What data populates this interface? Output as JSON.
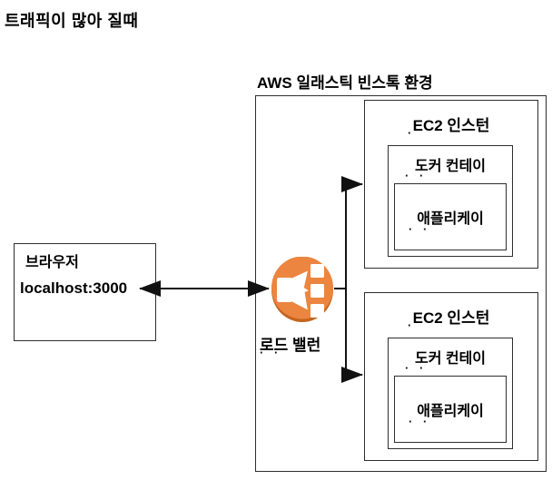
{
  "page": {
    "title": "트래픽이 많아 질때"
  },
  "browser": {
    "title": "브라우저",
    "address": "localhost:3000"
  },
  "load_balancer": {
    "label": "로드 밸런",
    "label_clipped": "· ·",
    "icon": "elastic-load-balancer-icon",
    "colors": {
      "body": "#EC8540",
      "shadow": "#C2661E",
      "glyph": "#FFFFFF"
    }
  },
  "environment": {
    "label": "AWS 일래스틱 빈스톡 환경",
    "instances": [
      {
        "label": "EC2 인스턴",
        "label_clipped": "·",
        "docker": {
          "label": "도커 컨테이",
          "label_clipped": "· ·",
          "application": {
            "label": "애플리케이",
            "label_clipped": "· ·"
          }
        }
      },
      {
        "label": "EC2 인스턴",
        "label_clipped": "·",
        "docker": {
          "label": "도커 컨테이",
          "label_clipped": "· ·",
          "application": {
            "label": "애플리케이",
            "label_clipped": "· ·"
          }
        }
      }
    ]
  },
  "connections": [
    {
      "from": "browser",
      "to": "load-balancer",
      "bidirectional": true
    },
    {
      "from": "load-balancer",
      "to": "ec2-instance-1",
      "bidirectional": false
    },
    {
      "from": "load-balancer",
      "to": "ec2-instance-2",
      "bidirectional": false
    }
  ]
}
